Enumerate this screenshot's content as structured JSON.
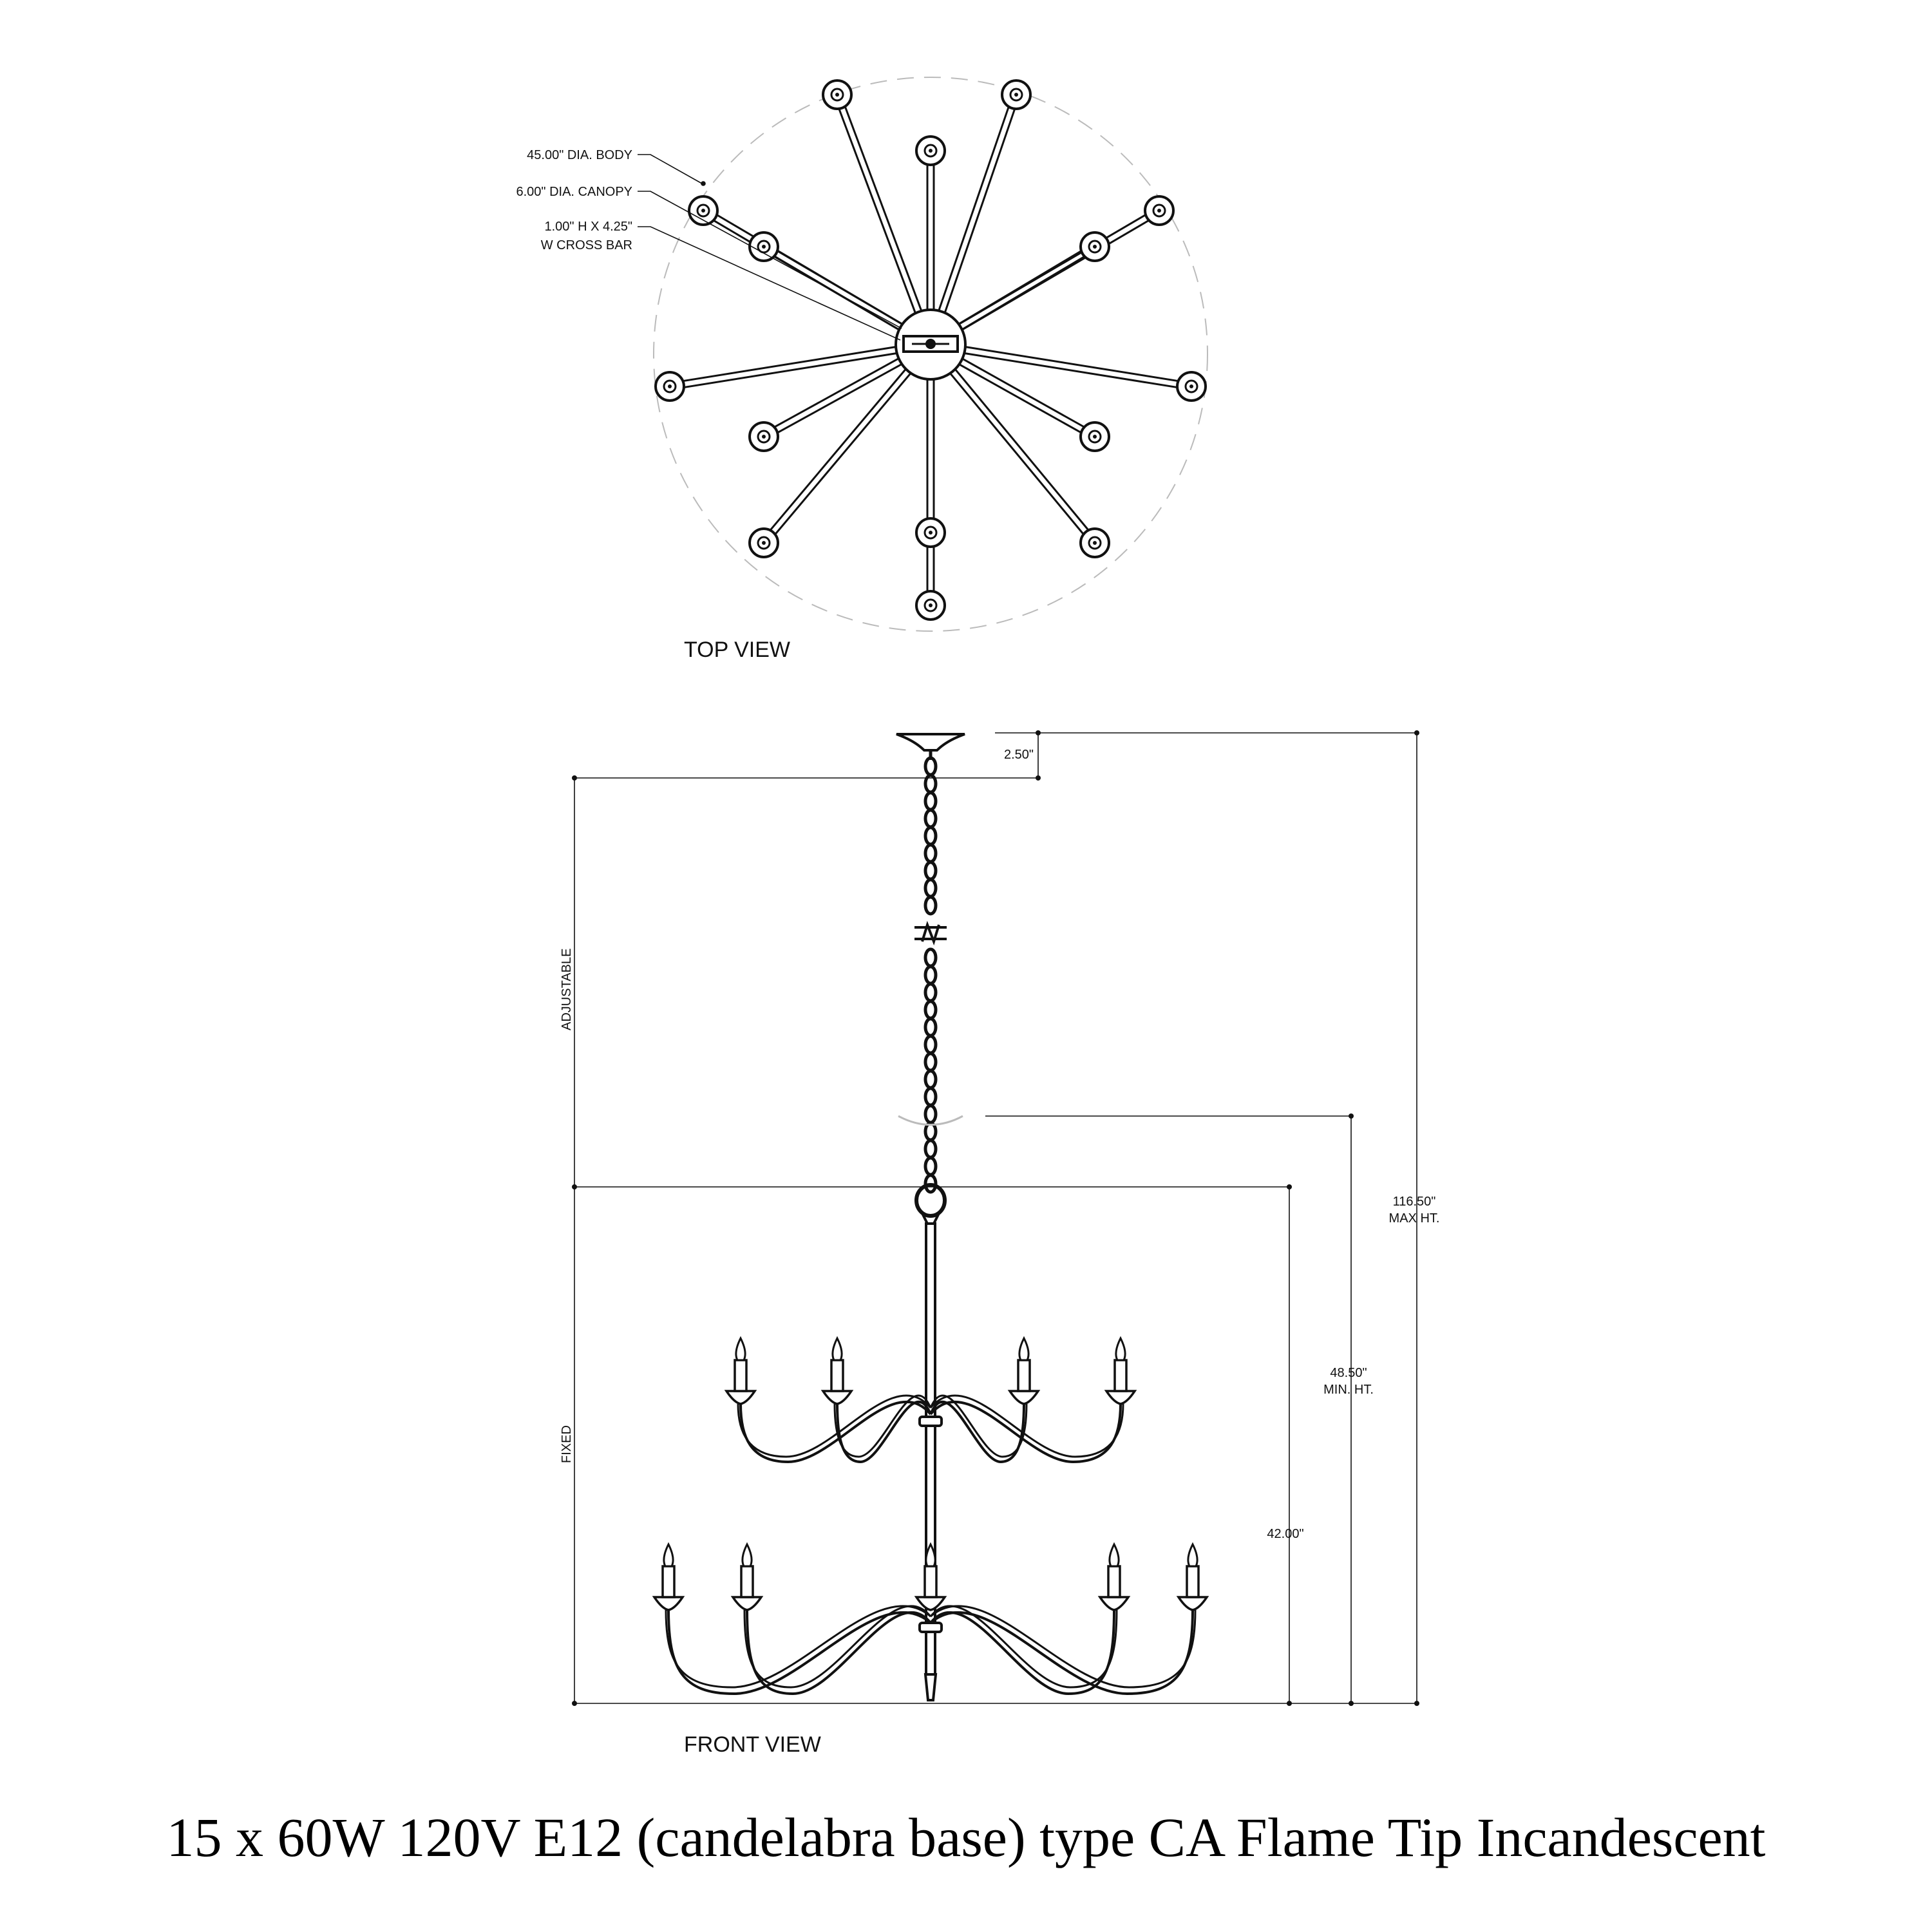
{
  "top_view": {
    "title": "TOP VIEW",
    "callouts": [
      {
        "id": "body",
        "text": "45.00\" DIA. BODY"
      },
      {
        "id": "canopy",
        "text": "6.00\" DIA. CANOPY"
      },
      {
        "id": "crossbar_line1",
        "text": "1.00\" H X 4.25\""
      },
      {
        "id": "crossbar_line2",
        "text": "W CROSS BAR"
      }
    ]
  },
  "front_view": {
    "title": "FRONT VIEW",
    "labels": {
      "adjustable": "ADJUSTABLE",
      "fixed": "FIXED",
      "canopy_height": "2.50\"",
      "max_height_value": "116.50\"",
      "max_height_label": "MAX HT.",
      "min_height_value": "48.50\"",
      "min_height_label": "MIN. HT.",
      "fixed_height": "42.00\""
    }
  },
  "footer": {
    "bulb_spec": "15 x 60W 120V E12 (candelabra base) type CA Flame Tip Incandescent"
  },
  "colors": {
    "line": "#111111",
    "background": "#ffffff",
    "guide": "#bbbbbb"
  }
}
